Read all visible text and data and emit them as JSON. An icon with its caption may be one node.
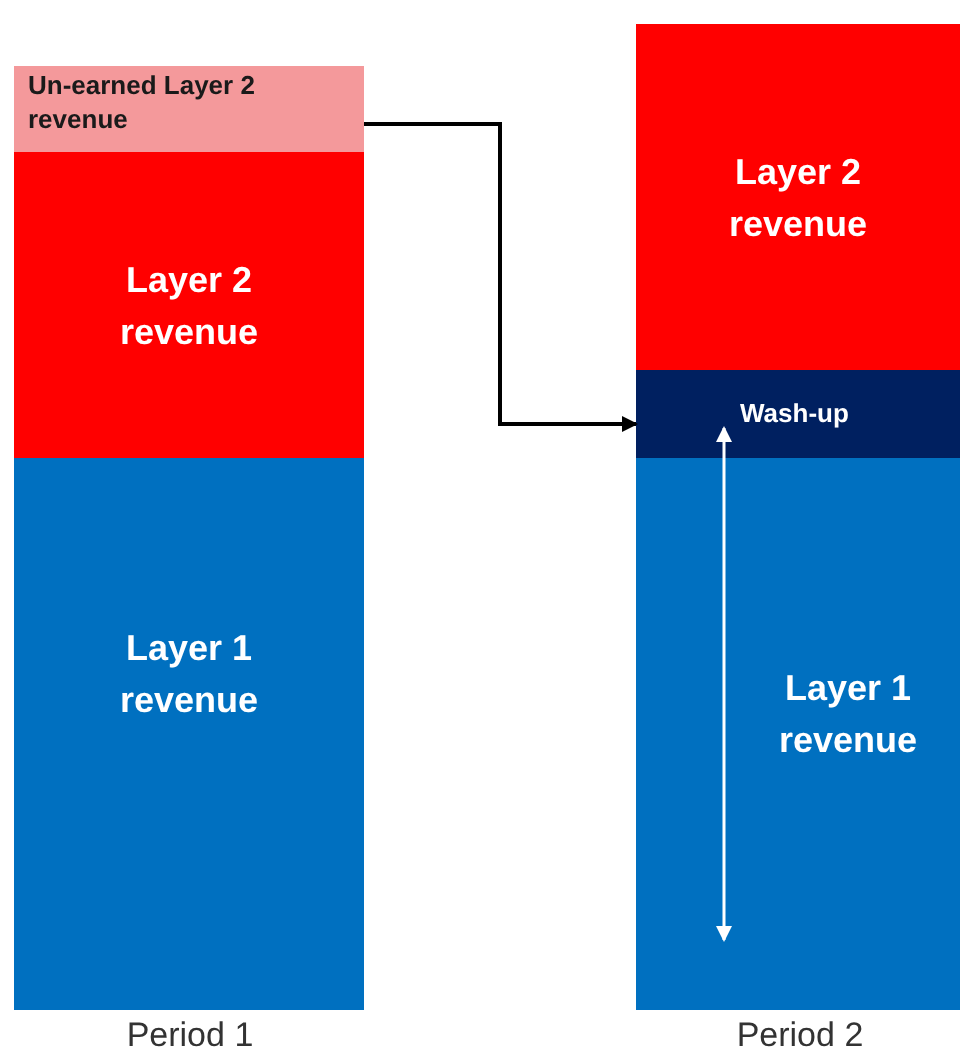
{
  "diagram": {
    "nodes": [
      {
        "text": [
          "Un-earned Layer 2 revenue"
        ]
      },
      {
        "text": [
          "Layer 2 revenue"
        ]
      },
      {
        "text": [
          "Layer 1 revenue"
        ]
      },
      {
        "text": [
          "Layer 2 revenue"
        ]
      },
      {
        "text": [
          "Wash-up"
        ]
      },
      {
        "text": [
          "Layer 1 revenue"
        ]
      }
    ],
    "edges": [
      {
        "from": 0,
        "to": 4,
        "arrow": "to"
      },
      {
        "from": 4,
        "to": 5,
        "arrow": "both",
        "color": "#ffffff"
      }
    ],
    "labels": [
      "Period 1",
      "Period 2"
    ]
  }
}
